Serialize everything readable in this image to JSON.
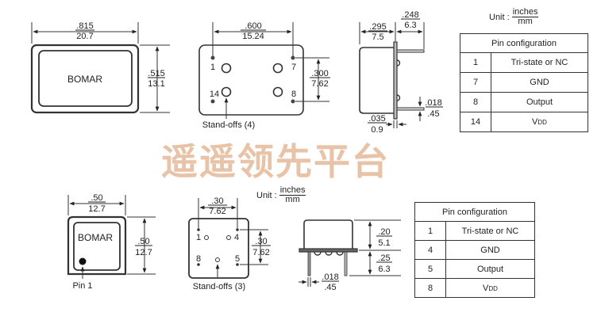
{
  "top_package": {
    "front_view": {
      "label": "BOMAR",
      "width_in": ".815",
      "width_mm": "20.7",
      "height_in": ".515",
      "height_mm": "13.1"
    },
    "bottom_view": {
      "pin_spacing_x_in": ".600",
      "pin_spacing_x_mm": "15.24",
      "pin_spacing_y_in": ".300",
      "pin_spacing_y_mm": "7.62",
      "pins": [
        "1",
        "7",
        "14",
        "8"
      ],
      "standoffs_label": "Stand-offs (4)"
    },
    "side_view": {
      "body_depth_in": ".295",
      "body_depth_mm": "7.5",
      "lead_length_in": ".248",
      "lead_length_mm": "6.3",
      "lead_dia_in": ".018",
      "lead_dia_mm": ".45",
      "flange_in": ".035",
      "flange_mm": "0.9"
    },
    "unit": {
      "prefix": "Unit :",
      "top": "inches",
      "bottom": "mm"
    },
    "pin_table": {
      "title": "Pin configuration",
      "rows": [
        {
          "pin": "1",
          "func": "Tri-state or NC"
        },
        {
          "pin": "7",
          "func": "GND"
        },
        {
          "pin": "8",
          "func": "Output"
        },
        {
          "pin": "14",
          "func": "V",
          "func_sub": "DD"
        }
      ]
    }
  },
  "watermark": "遥遥领先平台",
  "bottom_package": {
    "front_view": {
      "label": "BOMAR",
      "width_in": ".50",
      "width_mm": "12.7",
      "height_in": ".50",
      "height_mm": "12.7",
      "pin1_label": "Pin 1"
    },
    "bottom_view": {
      "pin_spacing_x_in": ".30",
      "pin_spacing_x_mm": "7.62",
      "pin_spacing_y_in": ".30",
      "pin_spacing_y_mm": "7.62",
      "pins": [
        "1",
        "4",
        "8",
        "5"
      ],
      "standoffs_label": "Stand-offs (3)"
    },
    "side_view": {
      "body_height_in": ".20",
      "body_height_mm": "5.1",
      "lead_length_in": ".25",
      "lead_length_mm": "6.3",
      "lead_dia_in": ".018",
      "lead_dia_mm": ".45"
    },
    "unit": {
      "prefix": "Unit :",
      "top": "inches",
      "bottom": "mm"
    },
    "pin_table": {
      "title": "Pin configuration",
      "rows": [
        {
          "pin": "1",
          "func": "Tri-state or NC"
        },
        {
          "pin": "4",
          "func": "GND"
        },
        {
          "pin": "5",
          "func": "Output"
        },
        {
          "pin": "8",
          "func": "V",
          "func_sub": "DD"
        }
      ]
    }
  }
}
